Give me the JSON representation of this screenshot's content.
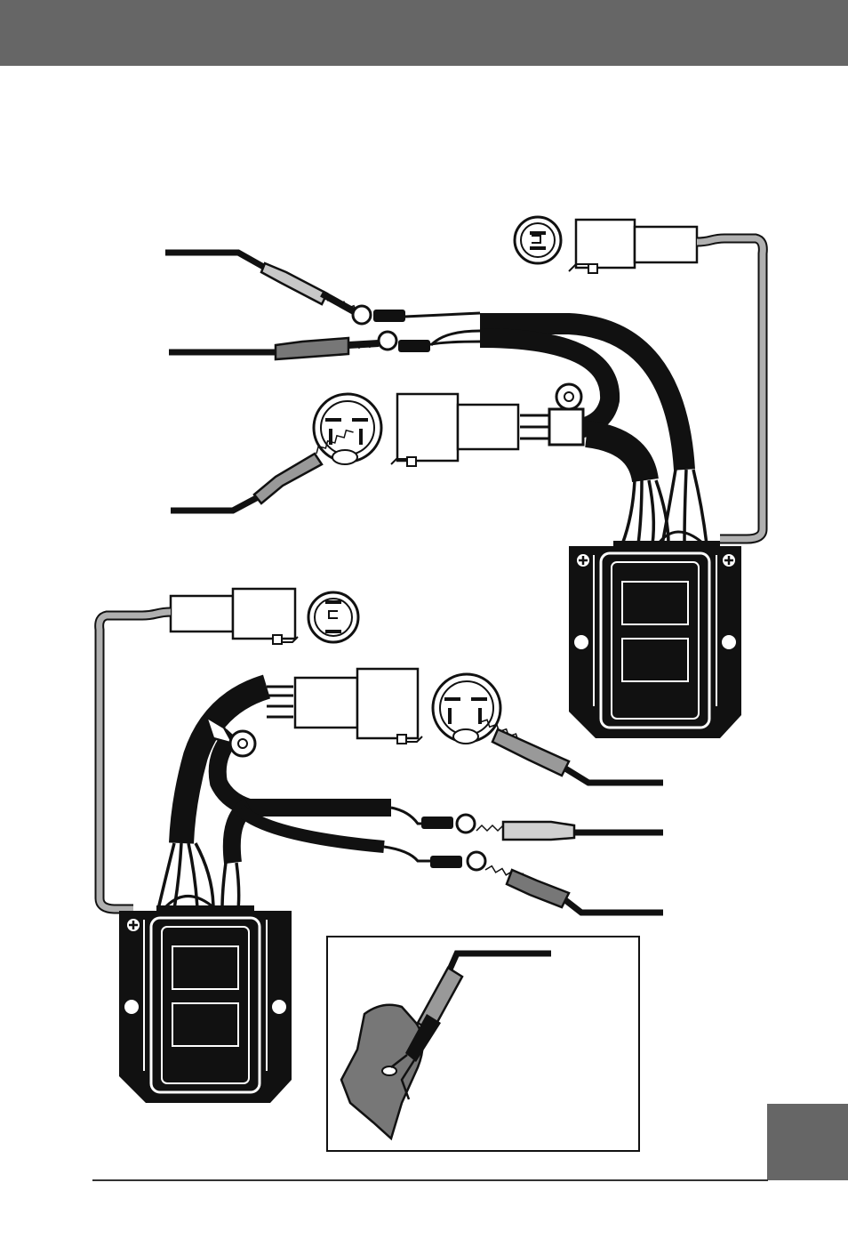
{
  "page": {
    "header_color": "#666666",
    "tab_color": "#666666",
    "rule_color": "#333333"
  },
  "diagram": {
    "modules": [
      {
        "name": "upper-right-control-module"
      },
      {
        "name": "lower-left-control-module"
      }
    ],
    "inset": {
      "name": "probe-detail-inset"
    },
    "icons": [
      "connector-face-icon",
      "alligator-clip-icon",
      "ring-terminal-icon",
      "module-mounting-screw-icon",
      "test-probe-icon"
    ]
  }
}
